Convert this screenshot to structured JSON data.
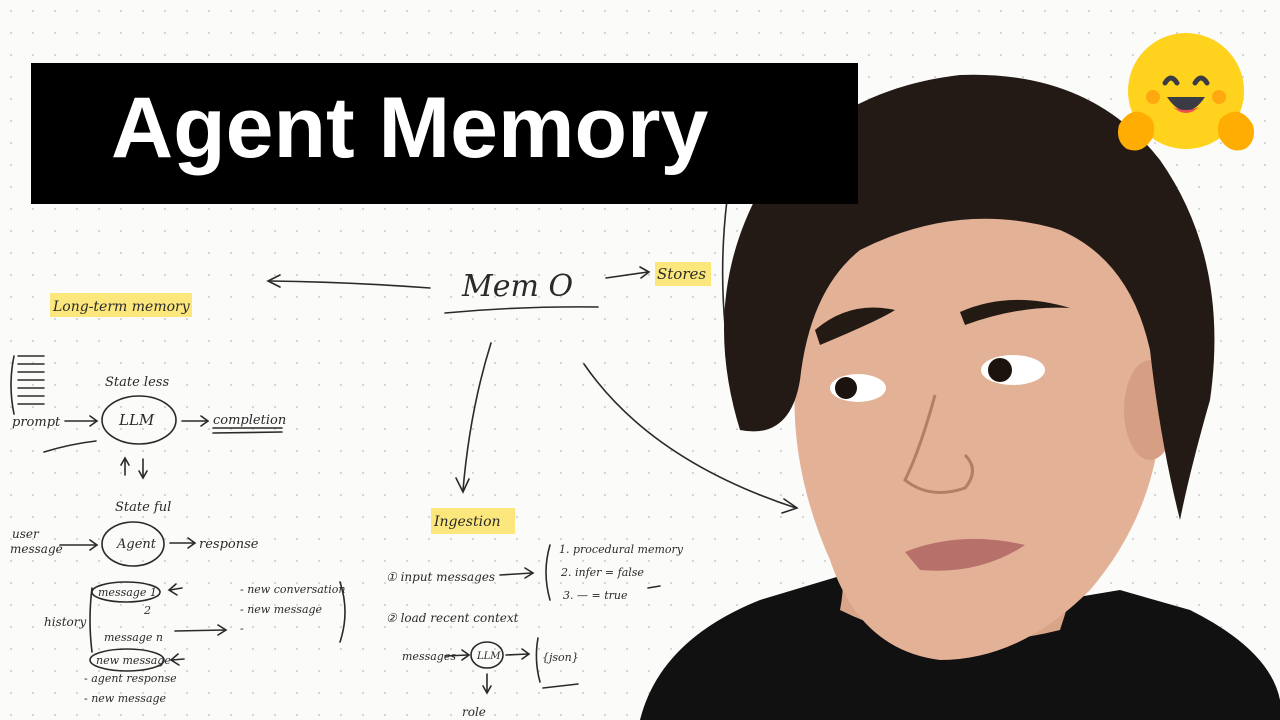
{
  "title": "Agent Memory",
  "whiteboard": {
    "memo": "Mem O",
    "stores": "Stores",
    "long_term": "Long-term memory",
    "stateless": "State less",
    "prompt": "prompt",
    "llm": "LLM",
    "completion": "completion",
    "stateful": "State ful",
    "user": "user",
    "message": "message",
    "agent": "Agent",
    "response": "response",
    "history": "history",
    "message_1": "message 1",
    "two": "2",
    "message_n": "message n",
    "new_message_boxed": "new message",
    "agent_response": "- agent response",
    "new_message_bottom": "- new message",
    "new_conversation": "- new conversation",
    "new_message_right": "- new message",
    "dash": "-",
    "ingestion": "Ingestion",
    "step1": "① input messages",
    "step2": "② load recent context",
    "proc": "1. procedural memory",
    "infer": "2. infer = false",
    "true_line": "3. — = true",
    "messages": "messages",
    "llm_small": "LLM",
    "json_word": "{json}",
    "role": "role"
  },
  "highlight_color": "#fce77c",
  "emoji_icon": "hugging-face-emoji"
}
